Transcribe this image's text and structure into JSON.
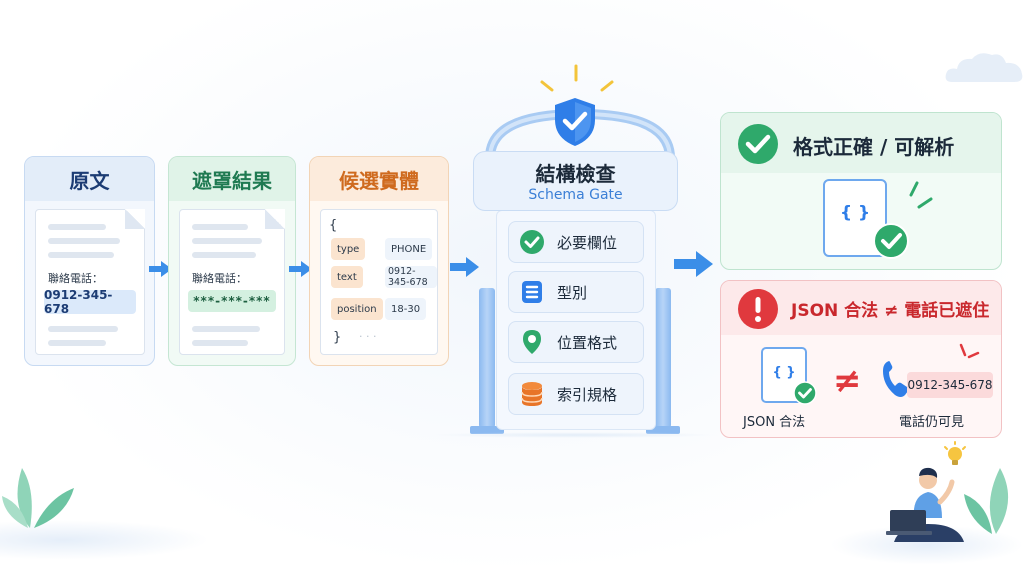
{
  "source": {
    "title": "原文",
    "phone_label": "聯絡電話：",
    "phone_value": "0912-345-678"
  },
  "masked": {
    "title": "遮罩結果",
    "phone_label": "聯絡電話：",
    "phone_value": "***-***-***"
  },
  "candidate": {
    "title": "候選實體",
    "open_brace": "{",
    "close_brace": "}",
    "ellipsis": "· · ·",
    "fields": [
      {
        "key": "type",
        "value": "PHONE"
      },
      {
        "key": "text",
        "value": "0912-345-678"
      },
      {
        "key": "position",
        "value": "18-30"
      }
    ]
  },
  "gate": {
    "title": "結構檢查",
    "subtitle": "Schema Gate",
    "checks": [
      {
        "label": "必要欄位",
        "icon": "check-circle-icon"
      },
      {
        "label": "型別",
        "icon": "list-doc-icon"
      },
      {
        "label": "位置格式",
        "icon": "map-pin-icon"
      },
      {
        "label": "索引規格",
        "icon": "database-icon"
      }
    ]
  },
  "result_ok": {
    "title": "格式正確 / 可解析",
    "icon": "check-circle-icon",
    "doc_glyph": "{ }"
  },
  "result_warn": {
    "title": "JSON 合法 ≠ 電話已遮住",
    "icon": "exclamation-icon",
    "doc_glyph": "{ }",
    "left_caption": "JSON 合法",
    "neq": "≠",
    "phone_value": "0912-345-678",
    "right_caption": "電話仍可見"
  },
  "colors": {
    "blue_accent": "#3b82e6",
    "green_accent": "#34b27a",
    "orange_accent": "#e8843a",
    "red_accent": "#e0393e"
  }
}
